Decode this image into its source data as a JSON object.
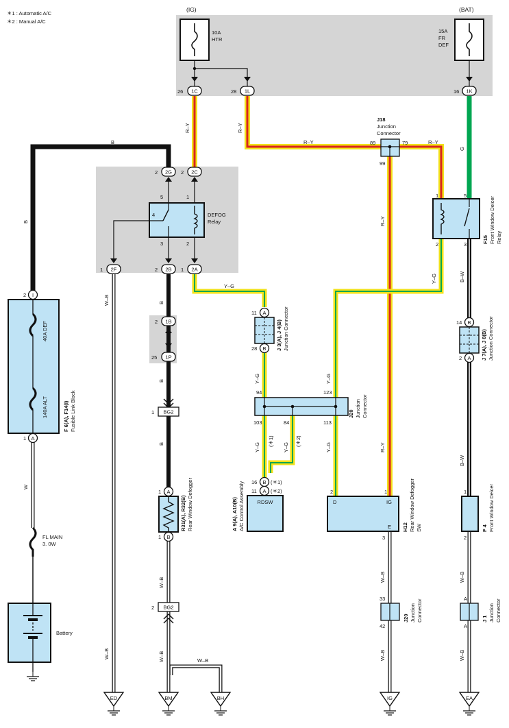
{
  "notes": [
    "＊1 : Automatic A/C",
    "＊2 : Manual A/C"
  ],
  "power": {
    "ig": "(IG)",
    "bat": "(BAT)"
  },
  "fuses": {
    "htr": {
      "amp": "10A",
      "name": "HTR"
    },
    "frdef": {
      "amp": "15A",
      "l2": "FR",
      "l3": "DEF"
    },
    "fl_main": {
      "name": "FL MAIN",
      "rating": "3. 0W"
    }
  },
  "connectors": {
    "c1C": "1C",
    "c1L": "1L",
    "c1K": "1K",
    "c2G": "2G",
    "c2C": "2C",
    "c2F": "2F",
    "c2B": "2B",
    "c2A": "2A",
    "c1B": "1B",
    "c1P": "1P",
    "bg2": "BG2",
    "pI": "I",
    "pA": "A",
    "pB": "B",
    "pD": "D",
    "pIG": "IG",
    "pE": "E"
  },
  "pins": {
    "p26": "26",
    "p28": "28",
    "p16": "16",
    "p2": "2",
    "p1": "1",
    "p5": "5",
    "p4": "4",
    "p3": "3",
    "p25": "25",
    "p11": "11",
    "p14": "14",
    "p89": "89",
    "p79": "79",
    "p99": "99",
    "p94": "94",
    "p123": "123",
    "p103": "103",
    "p84": "84",
    "p113": "113",
    "p33": "33",
    "p42": "42"
  },
  "wires": {
    "ry": "R–Y",
    "b": "B",
    "g": "G",
    "yg": "Y–G",
    "wb": "W–B",
    "w": "W",
    "bw": "B–W"
  },
  "tags": {
    "n1": "(＊1)",
    "n2": "(＊2)"
  },
  "components": {
    "defog_relay": {
      "l1": "DEFOG",
      "l2": "Relay"
    },
    "j18": {
      "id": "J18",
      "l1": "Junction",
      "l2": "Connector"
    },
    "f15": {
      "id": "F15",
      "l1": "Front Window Deicer",
      "l2": "Relay"
    },
    "fusible_block": {
      "id": "F 6(A), F14(I)",
      "name": "Fusible Link Block",
      "def": "40A DEF",
      "alt": "140A ALT"
    },
    "j3j4": {
      "id": "J 3(A), J 4(B)",
      "name": "Junction Connector"
    },
    "j7j8": {
      "id": "J 7(A), J 8(B)",
      "name": "Junction Connector"
    },
    "j20": {
      "id": "J20",
      "l1": "Junction",
      "l2": "Connector"
    },
    "rear_defogger": {
      "id": "R31(A), R32(B)",
      "name": "Rear Window Defogger"
    },
    "ac_control": {
      "id": "A 9(A), A10(B)",
      "name": "A/C Control Assembly",
      "term": "RDSW"
    },
    "h12": {
      "id": "H12",
      "l1": "Rear Window Defogger",
      "l2": "SW"
    },
    "f4": {
      "id": "F 4",
      "name": "Front Window Deicer"
    },
    "j1": {
      "id": "J 1",
      "l1": "Junction",
      "l2": "Connector"
    },
    "battery": {
      "name": "Battery"
    }
  },
  "grounds": {
    "ed": "ED",
    "bm": "BM",
    "bh": "BH",
    "ig": "IG",
    "ea": "EA"
  },
  "colors": {
    "red": "#d8241e",
    "yellow": "#f2e21a",
    "green": "#00a651",
    "box": "#bfe3f5",
    "shade": "#d5d5d5",
    "black": "#111111"
  }
}
